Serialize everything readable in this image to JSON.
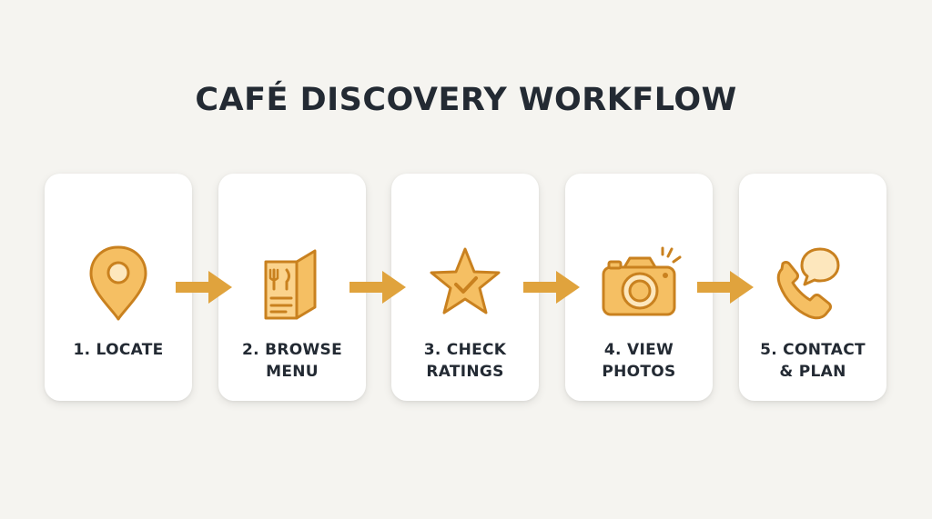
{
  "title": "CAFÉ DISCOVERY WORKFLOW",
  "colors": {
    "background": "#f5f4f0",
    "card": "#ffffff",
    "icon_fill": "#f5bf63",
    "icon_stroke": "#c9811f",
    "arrow": "#e0a33d",
    "text": "#232a33"
  },
  "steps": [
    {
      "icon": "map-pin-icon",
      "label_lines": [
        "1. LOCATE"
      ]
    },
    {
      "icon": "menu-icon",
      "label_lines": [
        "2. BROWSE",
        "MENU"
      ]
    },
    {
      "icon": "star-check-icon",
      "label_lines": [
        "3. CHECK",
        "RATINGS"
      ]
    },
    {
      "icon": "camera-icon",
      "label_lines": [
        "4. VIEW",
        "PHOTOS"
      ]
    },
    {
      "icon": "phone-chat-icon",
      "label_lines": [
        "5. CONTACT",
        "& PLAN"
      ]
    }
  ]
}
